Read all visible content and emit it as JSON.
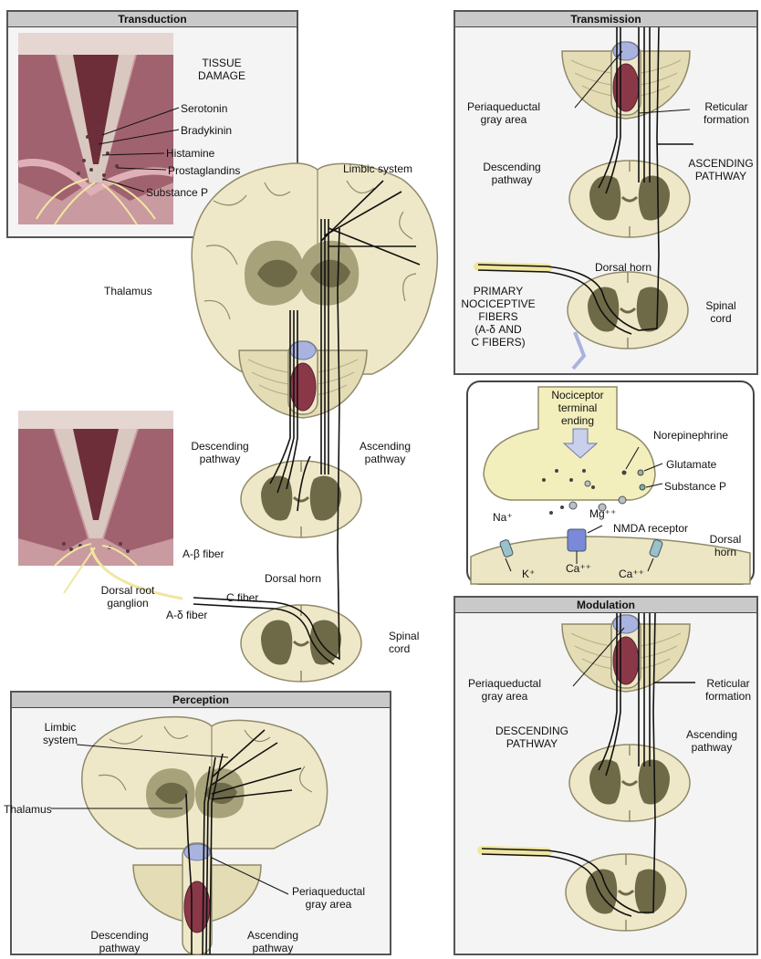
{
  "panels": {
    "transduction": {
      "title": "Transduction",
      "tissue_damage": "TISSUE\nDAMAGE",
      "mediators": [
        "Serotonin",
        "Bradykinin",
        "Histamine",
        "Prostaglandins",
        "Substance P"
      ]
    },
    "transmission": {
      "title": "Transmission",
      "periaqueductal": "Periaqueductal\ngray area",
      "reticular": "Reticular\nformation",
      "descending": "Descending\npathway",
      "ascending": "ASCENDING\nPATHWAY",
      "dorsal_horn": "Dorsal horn",
      "primary": "PRIMARY\nNOCICEPTIVE\nFIBERS\n(A-δ AND\nC FIBERS)",
      "spinal_cord": "Spinal\ncord"
    },
    "synapse": {
      "terminal": "Nociceptor\nterminal\nending",
      "norepinephrine": "Norepinephrine",
      "glutamate": "Glutamate",
      "substance_p": "Substance P",
      "na": "Na⁺",
      "mg": "Mg⁺⁺",
      "nmda": "NMDA receptor",
      "dorsal_horn": "Dorsal\nhorn",
      "k": "K⁺",
      "ca1": "Ca⁺⁺",
      "ca2": "Ca⁺⁺"
    },
    "center": {
      "limbic": "Limbic system",
      "thalamus": "Thalamus",
      "descending": "Descending\npathway",
      "ascending": "Ascending\npathway",
      "a_beta": "A-β fiber",
      "dorsal_horn": "Dorsal horn",
      "dorsal_root": "Dorsal root\nganglion",
      "c_fiber": "C fiber",
      "a_delta": "A-δ fiber",
      "spinal_cord": "Spinal\ncord"
    },
    "modulation": {
      "title": "Modulation",
      "periaqueductal": "Periaqueductal\ngray area",
      "reticular": "Reticular\nformation",
      "descending": "DESCENDING\nPATHWAY",
      "ascending": "Ascending\npathway"
    },
    "perception": {
      "title": "Perception",
      "limbic": "Limbic\nsystem",
      "thalamus": "Thalamus",
      "periaqueductal": "Periaqueductal\ngray area",
      "descending": "Descending\npathway",
      "ascending": "Ascending\npathway"
    }
  },
  "colors": {
    "tissue": "#c99aa0",
    "brain": "#efe8c8",
    "brain_outline": "#8f8a6a",
    "gray_matter": "#6e6a48",
    "pag": "#a9b3e0",
    "reticular": "#8a3848",
    "synapse_fill": "#f3efbd",
    "panel_border": "#555555"
  }
}
